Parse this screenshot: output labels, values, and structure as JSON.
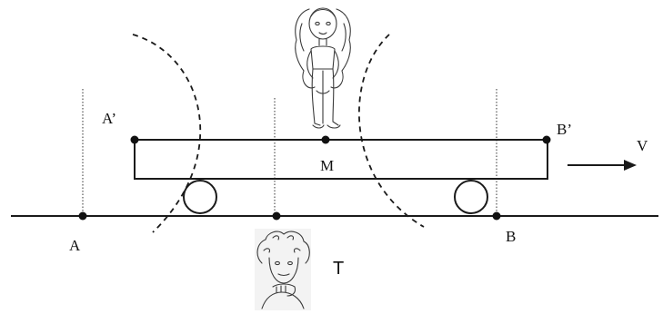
{
  "labels": {
    "A": "A",
    "B": "B",
    "A_prime": "A’",
    "B_prime": "B’",
    "M": "M",
    "T": "T",
    "V": "V"
  },
  "icons": {
    "train_observer": "girl-standing-icon",
    "ground_observer": "girl-portrait-icon"
  },
  "colors": {
    "ink": "#1a1a1a",
    "background": "#ffffff"
  }
}
